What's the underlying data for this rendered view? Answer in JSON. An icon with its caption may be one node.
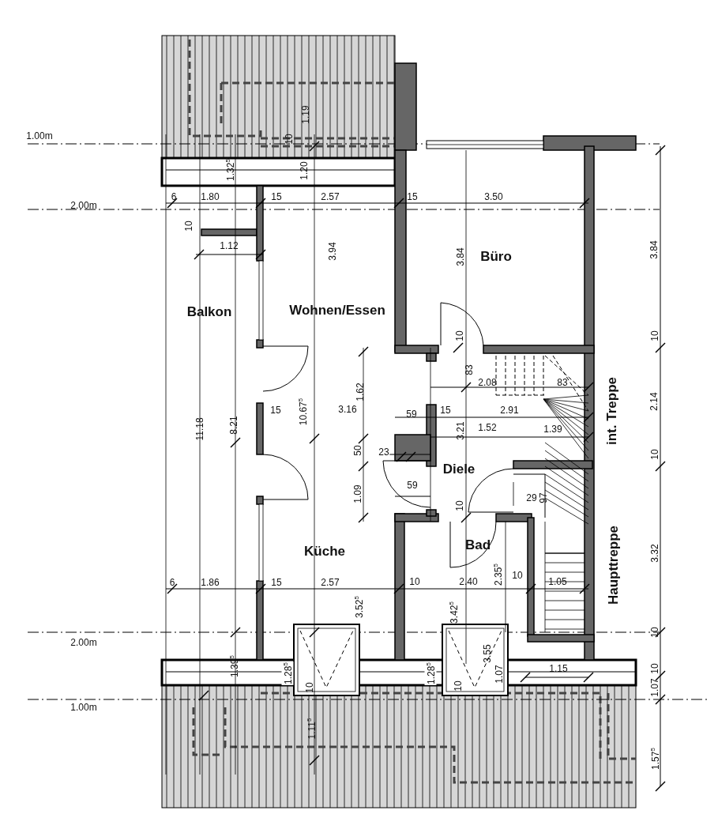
{
  "diagram": {
    "labels": [
      "1.19",
      "10",
      "1.00m",
      "1.32$^{5}$",
      "1.20",
      "6",
      "1.80",
      "15",
      "2.57",
      "15",
      "3.50",
      "2.00m",
      "3.84",
      "10",
      "1.12",
      "3.94",
      "3.84",
      "Büro",
      "Balkon",
      "Wohnen/Essen",
      "10",
      "10",
      "83",
      "2.08",
      "83",
      "int. Treppe",
      "2.14",
      "1.62",
      "11.18",
      "8.21",
      "15",
      "10.67$^{5}$",
      "3.16",
      "59",
      "15",
      "2.91",
      "3.21",
      "1.52",
      "1.39",
      "50",
      "23",
      "10",
      "Diele",
      "59",
      "1.09",
      "29",
      "97",
      "10",
      "Bad",
      "Küche",
      "Haupttreppe",
      "3.32",
      "6",
      "1.86",
      "15",
      "2.57",
      "10",
      "2.40",
      "2.35$^{5}$",
      "10",
      "1.05",
      "3.52$^{5}$",
      "3.42$^{5}$",
      "2.00m",
      "10",
      "3.55",
      "1.39$^{5}$",
      "1.28$^{5}$",
      "1.28$^{5}$",
      "1.07",
      "1.15",
      "10",
      "1.07",
      "10",
      "10",
      "1.00m",
      "1.11$^{5}$",
      "1.57$^{5}$"
    ]
  }
}
